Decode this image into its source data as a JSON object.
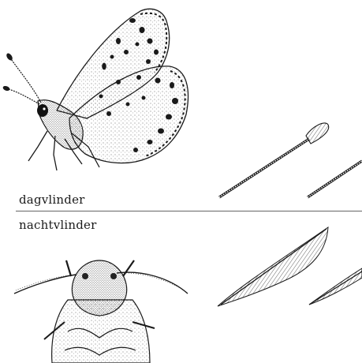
{
  "labels": {
    "day": "dagvlinder",
    "night": "nachtvlinder"
  },
  "illustrations": [
    {
      "name": "butterfly",
      "type": "dagvlinder (zijaanzicht)"
    },
    {
      "name": "moth",
      "type": "nachtvlinder (bovenaanzicht)"
    }
  ],
  "antennae": [
    {
      "name": "clubbed-antenna-1",
      "form": "knotsvormig"
    },
    {
      "name": "threadlike-antenna-2",
      "form": "draadvormig"
    },
    {
      "name": "feathered-antenna-1",
      "form": "geveerd"
    },
    {
      "name": "feathered-antenna-2",
      "form": "geveerd (deels)"
    }
  ],
  "colors": {
    "ink": "#1a1a1a",
    "background": "#ffffff"
  }
}
